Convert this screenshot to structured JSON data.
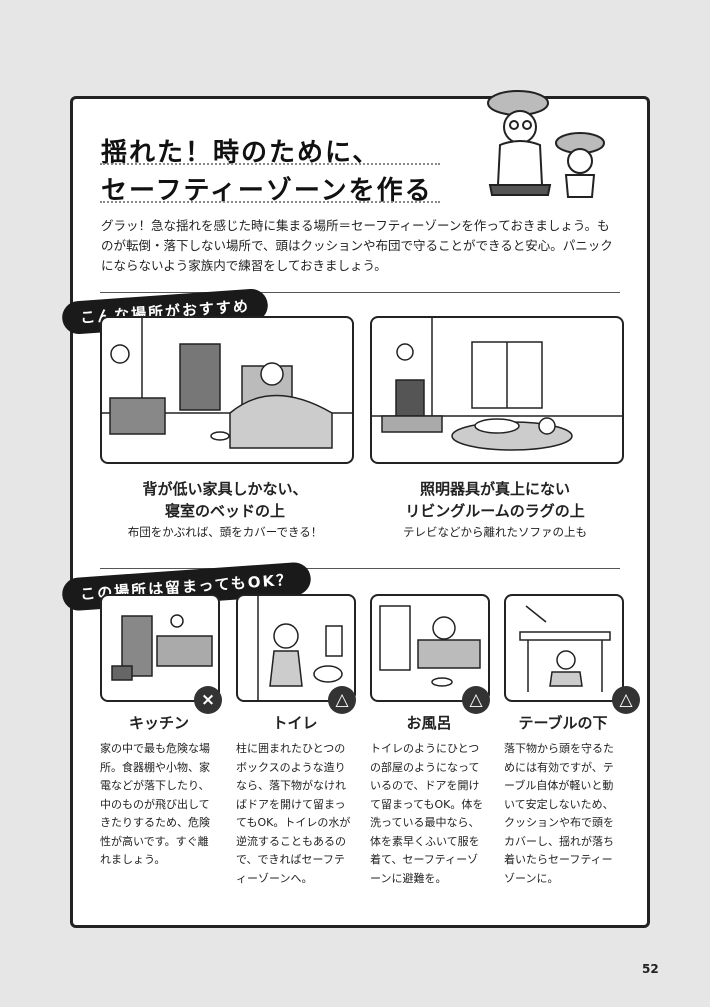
{
  "heading": {
    "line1": "揺れた！時のために、",
    "line2": "セーフティーゾーンを作る"
  },
  "intro": "グラッ！急な揺れを感じた時に集まる場所＝セーフティーゾーンを作っておきましょう。ものが転倒・落下しない場所で、頭はクッションや布団で守ることができると安心。パニックにならないよう家族内で練習をしておきましょう。",
  "section1": {
    "ribbon": "こんな場所がおすすめ",
    "items": [
      {
        "title1": "背が低い家具しかない、",
        "title2": "寝室のベッドの上",
        "sub": "布団をかぶれば、頭をカバーできる！"
      },
      {
        "title1": "照明器具が真上にない",
        "title2": "リビングルームのラグの上",
        "sub": "テレビなどから離れたソファの上も"
      }
    ]
  },
  "section2": {
    "ribbon": "この場所は留まってもOK？",
    "items": [
      {
        "mark": "×",
        "title": "キッチン",
        "body": "家の中で最も危険な場所。食器棚や小物、家電などが落下したり、中のものが飛び出してきたりするため、危険性が高いです。すぐ離れましょう。"
      },
      {
        "mark": "△",
        "title": "トイレ",
        "body": "柱に囲まれたひとつのボックスのような造りなら、落下物がなければドアを開けて留まってもOK。トイレの水が逆流することもあるので、できればセーフティーゾーンへ。"
      },
      {
        "mark": "△",
        "title": "お風呂",
        "body": "トイレのようにひとつの部屋のようになっているので、ドアを開けて留まってもOK。体を洗っている最中なら、体を素早くふいて服を着て、セーフティーゾーンに避難を。"
      },
      {
        "mark": "△",
        "title": "テーブルの下",
        "body": "落下物から頭を守るためには有効ですが、テーブル自体が軽いと動いて安定しないため、クッションや布で頭をカバーし、揺れが落ち着いたらセーフティーゾーンに。"
      }
    ]
  },
  "page_number": "52",
  "colors": {
    "background": "#e6e6e6",
    "ribbon": "#1a1a1a",
    "badge": "#333333"
  }
}
